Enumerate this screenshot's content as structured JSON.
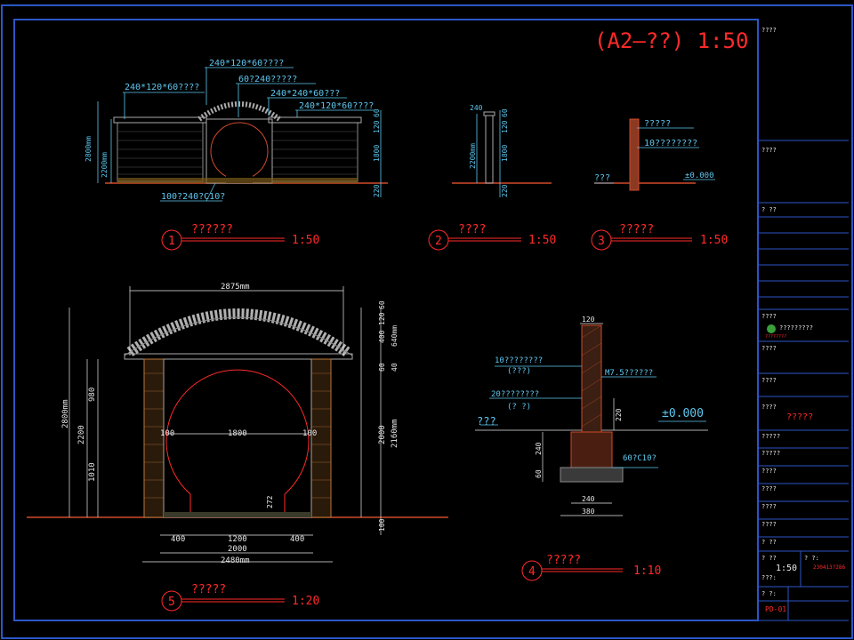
{
  "sheet": {
    "header_title": "(A2—??) 1:50",
    "colors": {
      "background": "#000000",
      "frame": "#2b56c6",
      "dimension": "#5ec8f0",
      "title_red": "#ff2a2a",
      "outline": "#e8e8e8",
      "brick": "#b7773c",
      "ground": "#d04a2a"
    }
  },
  "views": [
    {
      "number": "1",
      "title": "??????",
      "scale": "1:50"
    },
    {
      "number": "2",
      "title": "????",
      "scale": "1:50"
    },
    {
      "number": "3",
      "title": "?????",
      "scale": "1:50"
    },
    {
      "number": "4",
      "title": "?????",
      "scale": "1:10"
    },
    {
      "number": "5",
      "title": "?????",
      "scale": "1:20"
    }
  ],
  "view1": {
    "callouts": [
      "240*120*60????",
      "60?240?????",
      "240*240*60???",
      "240*120*60????",
      "240*120*60????",
      "100?240?C10?"
    ],
    "dims": [
      "2800mm",
      "2200mm",
      "60",
      "120",
      "1800",
      "220"
    ]
  },
  "view2": {
    "dims": [
      "240",
      "60",
      "120",
      "1800",
      "220",
      "2200mm"
    ]
  },
  "view3": {
    "labels": [
      "?????",
      "10????????",
      "???",
      "±0.000"
    ]
  },
  "view4": {
    "labels": [
      "10????????",
      "(???)",
      "M7.5??????",
      "20????????",
      "(? ?)",
      "???",
      "±0.000",
      "60?C10?"
    ],
    "dims": [
      "120",
      "220",
      "240",
      "60",
      "240",
      "380"
    ]
  },
  "view5": {
    "dims": [
      "2875mm",
      "2800mm",
      "2200",
      "980",
      "1010",
      "100",
      "1800",
      "100",
      "272",
      "400",
      "1200",
      "400",
      "2000",
      "2480mm",
      "60",
      "120",
      "400",
      "640mm",
      "60",
      "40",
      "2000",
      "2160mm",
      "100"
    ]
  },
  "title_block": {
    "rows": [
      "????",
      "????",
      "?  ??",
      "????",
      "?????????",
      "????",
      "????",
      "????",
      "?????",
      "?????",
      "????",
      "????",
      "????",
      "????",
      "?  ??",
      "?  ??",
      "?  ?:",
      "???:",
      "?  ?:"
    ],
    "company_red": "????????",
    "design_red": "?????",
    "scale": "1:50",
    "date_red": "230413?286",
    "drawing_no": "PD-01"
  }
}
